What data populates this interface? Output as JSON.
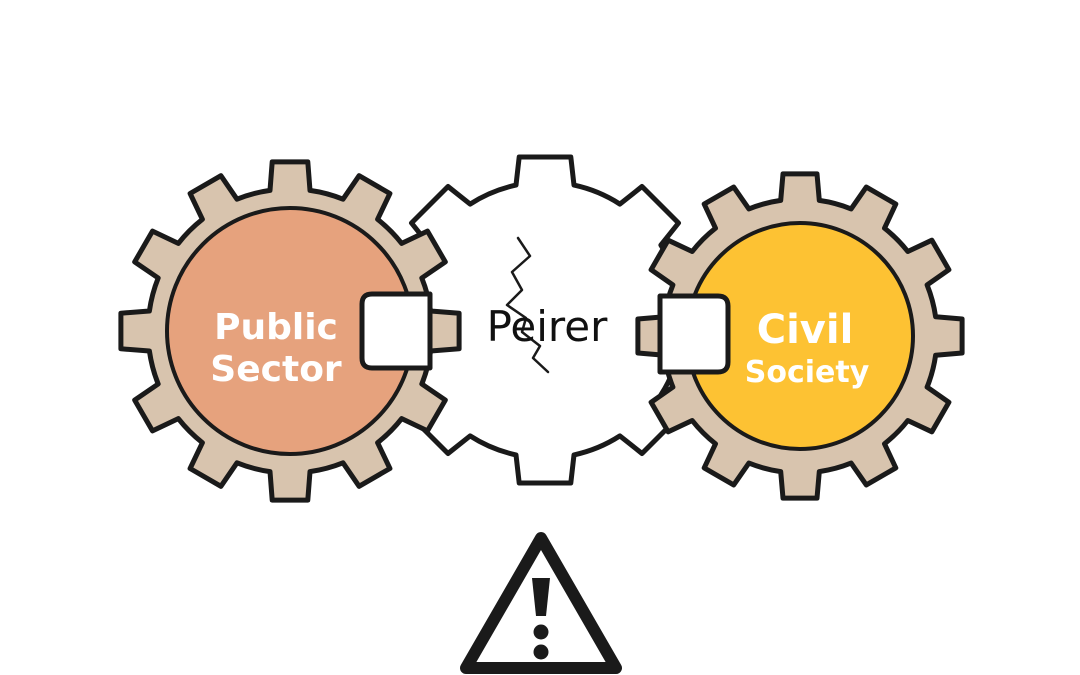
{
  "diagram": {
    "gears": [
      {
        "id": "left",
        "line1": "Public",
        "line2": "Sector"
      },
      {
        "id": "center",
        "label": "Peirer"
      },
      {
        "id": "right",
        "line1": "Civil",
        "line2": "Society"
      }
    ],
    "colors": {
      "gear_ring": "#d8c4ae",
      "gear_outline": "#1a1a1a",
      "left_fill": "#e6a27d",
      "right_fill": "#fdc233",
      "center_fill": "#ffffff",
      "warning_fill": "#ffffff"
    },
    "icons": {
      "warning": "warning-triangle-icon",
      "crack": "crack-line"
    }
  }
}
